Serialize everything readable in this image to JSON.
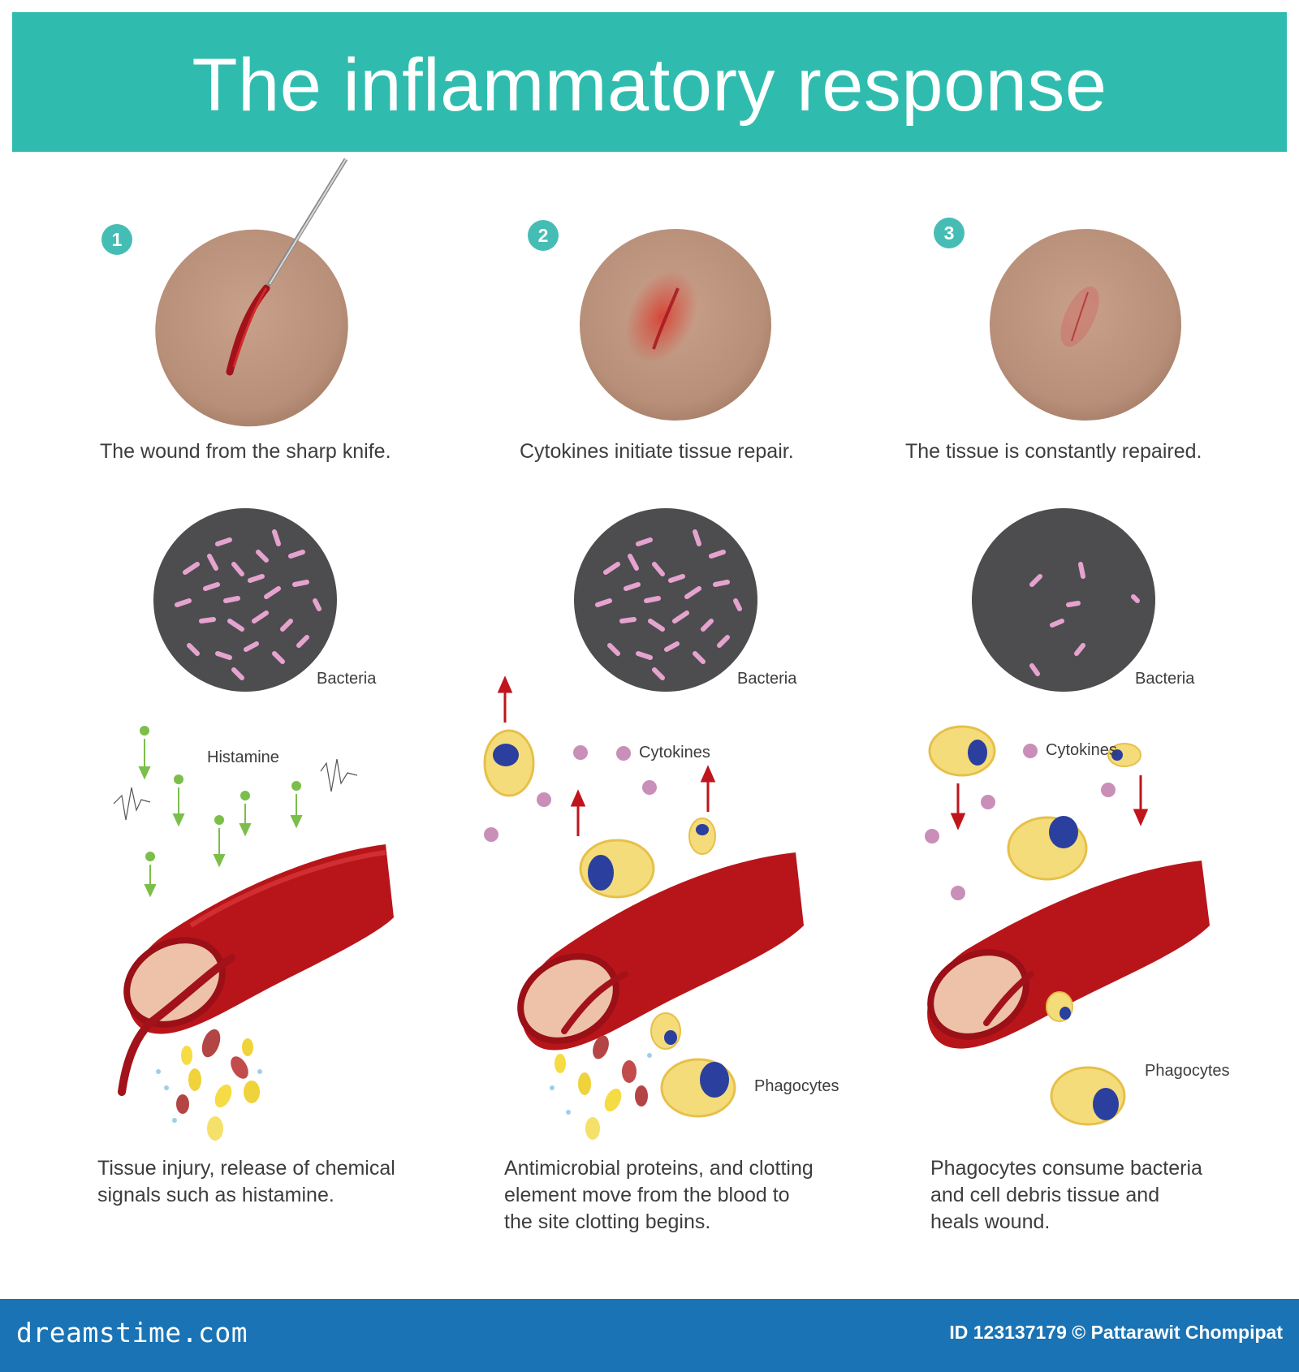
{
  "title": "The inflammatory response",
  "colors": {
    "banner": "#2fbcae",
    "footer": "#1a73b4",
    "badge": "#46bdb4",
    "skin": "#c49a84",
    "blood": "#b8151a",
    "bacteria_bg": "#4d4d4f",
    "bacteria": "#e6a3cf"
  },
  "stages": [
    {
      "step": "1",
      "caption": "The wound from the sharp knife.",
      "bacteria_label": "Bacteria",
      "signal_label": "Histamine",
      "description": "Tissue injury, release of chemical\nsignals such as histamine."
    },
    {
      "step": "2",
      "caption": "Cytokines initiate tissue repair.",
      "bacteria_label": "Bacteria",
      "signal_label": "Cytokines",
      "cell_label": "Phagocytes",
      "description": "Antimicrobial proteins, and clotting\nelement move from the blood to\nthe site clotting begins."
    },
    {
      "step": "3",
      "caption": "The tissue is constantly repaired.",
      "bacteria_label": "Bacteria",
      "signal_label": "Cytokines",
      "cell_label": "Phagocytes",
      "description": "Phagocytes consume bacteria\nand cell debris tissue and\nheals wound."
    }
  ],
  "footer": {
    "brand": "dreamstime.com",
    "credit": "ID 123137179 © Pattarawit Chompipat"
  }
}
